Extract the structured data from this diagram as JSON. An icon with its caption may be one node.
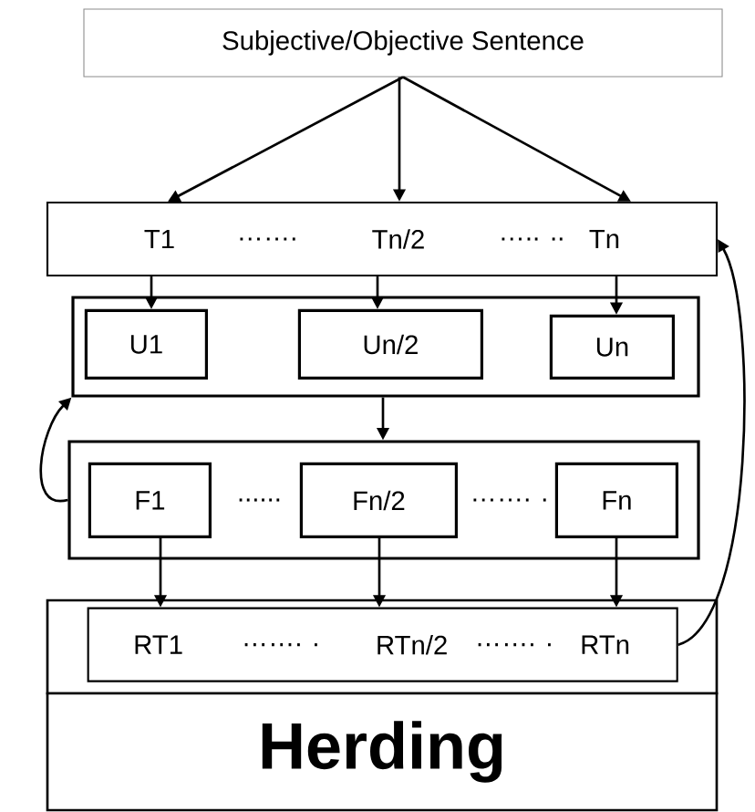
{
  "diagram": {
    "nodes": [
      {
        "text": [
          "Subjective/Objective Sentence"
        ]
      },
      {
        "text": [
          "T1",
          "…….",
          "Tn/2",
          "….. ..",
          "Tn"
        ]
      },
      {
        "text": [],
        "shape": "box"
      },
      {
        "text": [
          "U1"
        ],
        "in": 2
      },
      {
        "text": [
          "Un/2"
        ],
        "in": 2
      },
      {
        "text": [
          "Un"
        ],
        "in": 2
      },
      {
        "text": [
          "......",
          "……. ."
        ]
      },
      {
        "text": [
          "F1"
        ],
        "in": 6
      },
      {
        "text": [
          "Fn/2"
        ],
        "in": 6
      },
      {
        "text": [
          "Fn"
        ],
        "in": 6
      },
      {
        "text": [],
        "shape": "box"
      },
      {
        "text": [
          "RT1",
          "……. .",
          "RTn/2",
          "……. .",
          "RTn"
        ],
        "in": 10
      },
      {
        "text": [
          "Herding"
        ]
      }
    ],
    "edges": [
      {
        "from": 0,
        "to": 1,
        "arrow": "to"
      },
      {
        "from": 0,
        "to": 1,
        "arrow": "to"
      },
      {
        "from": 0,
        "to": 1,
        "arrow": "to"
      },
      {
        "from": 1,
        "to": 3,
        "arrow": "to"
      },
      {
        "from": 1,
        "to": 4,
        "arrow": "to"
      },
      {
        "from": 1,
        "to": 5,
        "arrow": "to"
      },
      {
        "from": 2,
        "to": 6,
        "arrow": "to"
      },
      {
        "from": 6,
        "to": 2,
        "arrow": "to"
      },
      {
        "from": 7,
        "to": 11,
        "arrow": "to"
      },
      {
        "from": 8,
        "to": 11,
        "arrow": "to"
      },
      {
        "from": 9,
        "to": 11,
        "arrow": "to"
      },
      {
        "from": 11,
        "to": 1,
        "arrow": "to"
      }
    ]
  }
}
